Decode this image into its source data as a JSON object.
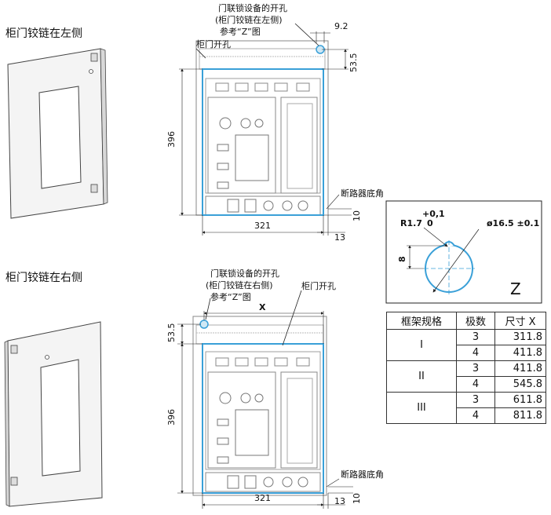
{
  "left_title": "柜门铰链在左侧",
  "right_title": "柜门铰链在右侧",
  "top": {
    "callout_line1": "门联锁设备的开孔",
    "callout_line2": "(柜门铰链在左侧)",
    "callout_line3": "参考“Z”图",
    "door_cutout": "柜门开孔",
    "dim_9_2": "9.2",
    "dim_53_5": "53.5",
    "dim_396": "396",
    "dim_321": "321",
    "dim_10": "10",
    "dim_13": "13",
    "breaker_corner": "断路器底角"
  },
  "bottom": {
    "callout_line1": "门联锁设备的开孔",
    "callout_line2": "(柜门铰链在右侧)",
    "callout_line3": "参考“Z”图",
    "door_cutout": "柜门开孔",
    "dim_x": "X",
    "dim_53_5": "53.5",
    "dim_396": "396",
    "dim_321": "321",
    "dim_13": "13",
    "dim_10": "10",
    "breaker_corner": "断路器底角"
  },
  "detail_z": {
    "tol_top": "+0,1",
    "radius": "R1.7",
    "tol_bottom": "0",
    "diameter": "ø16.5 ±0.1",
    "dim_8": "8",
    "label": "Z"
  },
  "table": {
    "headers": [
      "框架规格",
      "极数",
      "尺寸 X"
    ],
    "rows": [
      {
        "frame": "I",
        "poles": "3",
        "x": "311.8"
      },
      {
        "frame": "",
        "poles": "4",
        "x": "411.8"
      },
      {
        "frame": "II",
        "poles": "3",
        "x": "411.8"
      },
      {
        "frame": "",
        "poles": "4",
        "x": "545.8"
      },
      {
        "frame": "III",
        "poles": "3",
        "x": "611.8"
      },
      {
        "frame": "",
        "poles": "4",
        "x": "811.8"
      }
    ]
  },
  "colors": {
    "highlight": "#3aa0d8",
    "line": "#222222",
    "light": "#999999"
  }
}
